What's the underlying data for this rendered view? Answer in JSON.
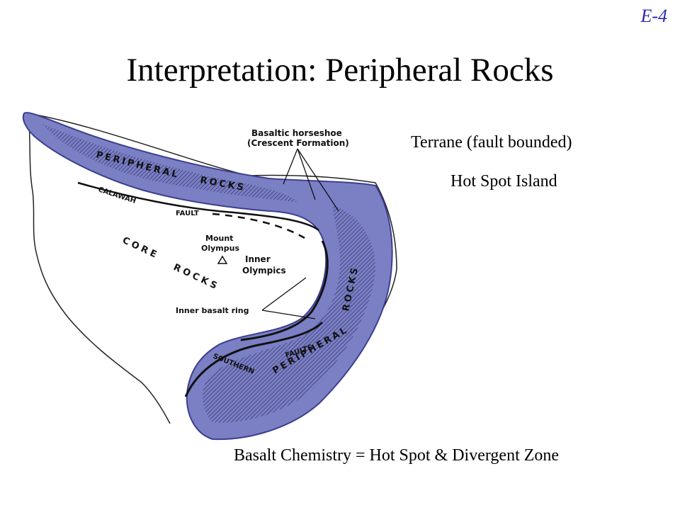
{
  "slide": {
    "code": "E-4",
    "title": "Interpretation: Peripheral Rocks"
  },
  "notes": {
    "terrane": "Terrane (fault bounded)",
    "hot_spot": "Hot Spot Island",
    "chemistry": "Basalt Chemistry = Hot Spot & Divergent Zone"
  },
  "map": {
    "labels": {
      "horseshoe_1": "Basaltic horseshoe",
      "horseshoe_2": "(Crescent Formation)",
      "peripheral_top_1": "PERIPHERAL",
      "peripheral_top_2": "ROCKS",
      "calawah": "CALAWAH",
      "fault": "FAULT",
      "core": "CORE",
      "rocks": "ROCKS",
      "mount_1": "Mount",
      "mount_2": "Olympus",
      "inner_1": "Inner",
      "inner_2": "Olympics",
      "inner_ring": "Inner basalt ring",
      "southern": "SOUTHERN",
      "faults": "FAULTS",
      "peripheral_bottom": "PERIPHERAL",
      "rocks_right": "ROCKS"
    },
    "colors": {
      "peripheral_fill": "#7b7fc4",
      "peripheral_stroke": "#3b3f8f"
    }
  }
}
